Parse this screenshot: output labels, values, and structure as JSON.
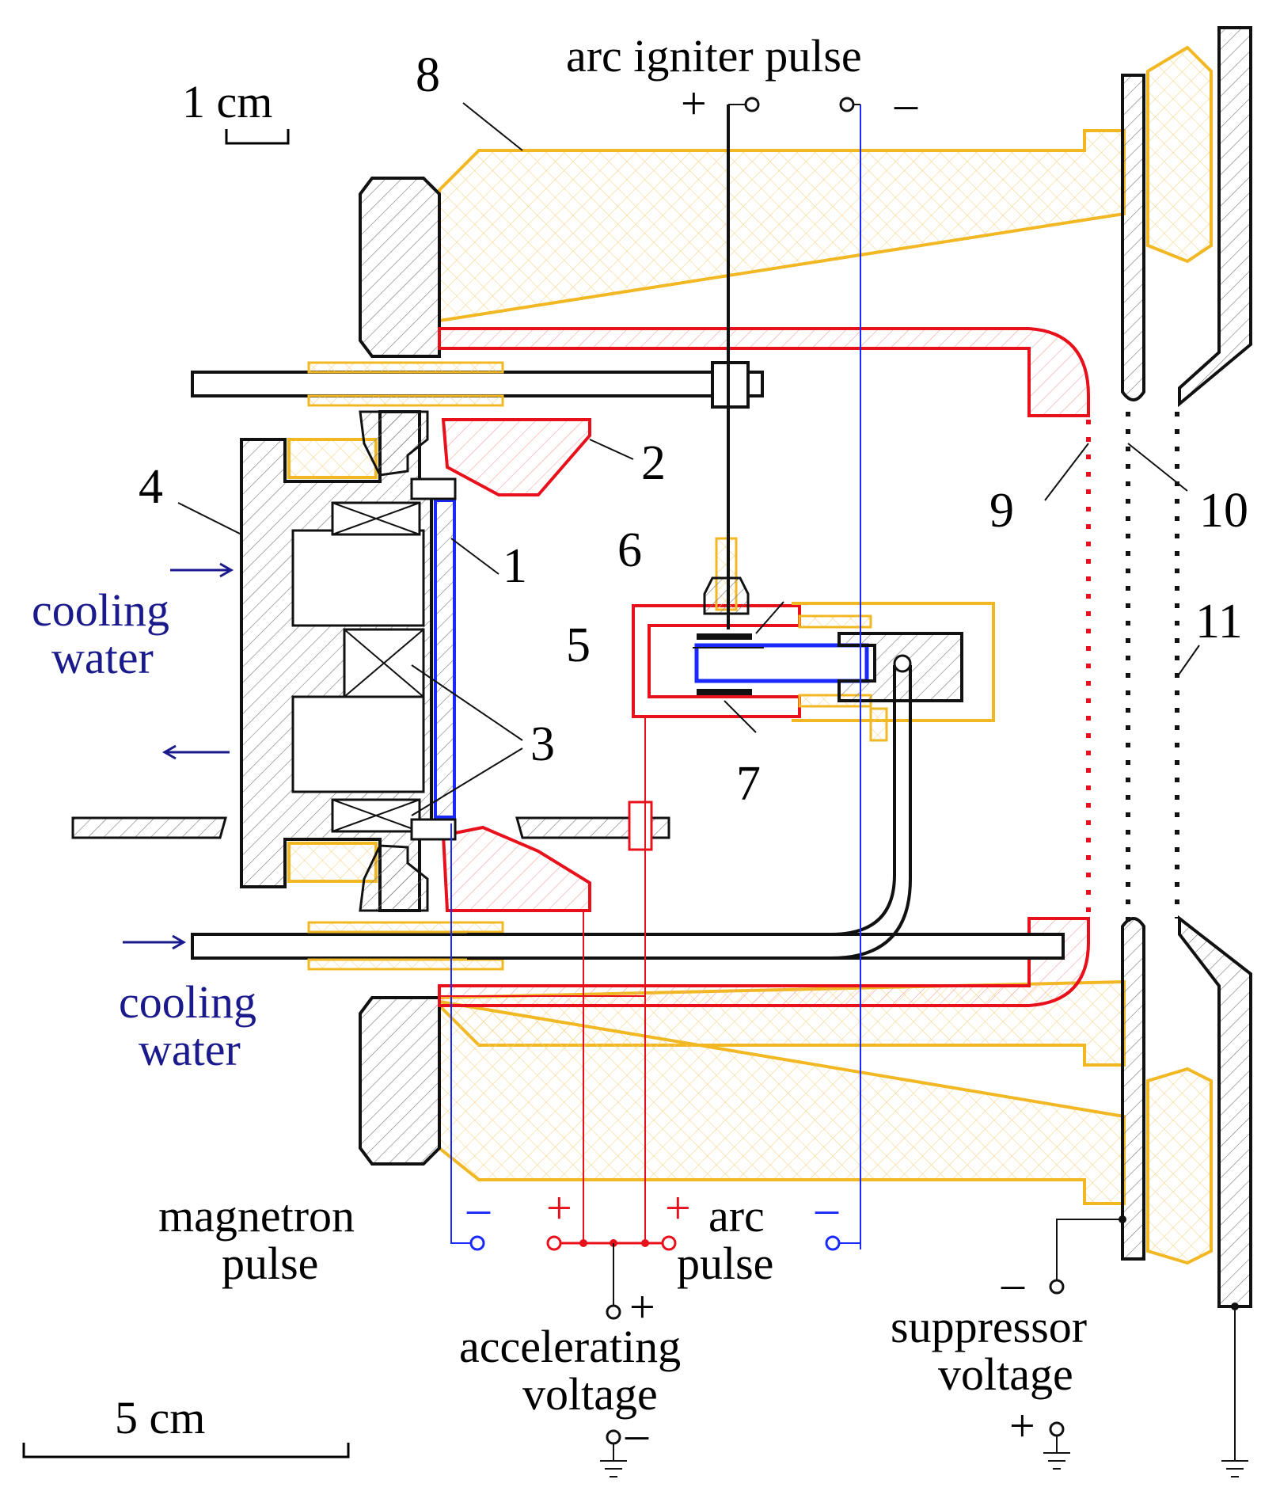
{
  "labels": {
    "arc_igniter_pulse": "arc igniter pulse",
    "igniter_plus": "+",
    "igniter_minus": "–",
    "scale_small": "1 cm",
    "scale_large": "5 cm",
    "cooling_water_in_1": "cooling",
    "cooling_water_in_2": "water",
    "cooling_water_out_1": "cooling",
    "cooling_water_out_2": "water",
    "magnetron_pulse_1": "magnetron",
    "magnetron_pulse_2": "pulse",
    "arc_pulse_1": "arc",
    "arc_pulse_2": "pulse",
    "accelerating_voltage_1": "accelerating",
    "accelerating_voltage_2": "voltage",
    "suppressor_voltage_1": "suppressor",
    "suppressor_voltage_2": "voltage",
    "magnetron_minus": "–",
    "magnetron_plus": "+",
    "arc_plus": "+",
    "arc_minus": "–",
    "acc_plus": "+",
    "acc_minus": "–",
    "supp_minus": "–",
    "supp_plus": "+"
  },
  "numbers": [
    "1",
    "2",
    "3",
    "4",
    "5",
    "6",
    "7",
    "8",
    "9",
    "10",
    "11"
  ],
  "colors": {
    "insulator": "#f2b824",
    "anode": "#e8101a",
    "cathode": "#1a2aff",
    "metal": "#111111",
    "water_text": "#1a1a8c"
  }
}
